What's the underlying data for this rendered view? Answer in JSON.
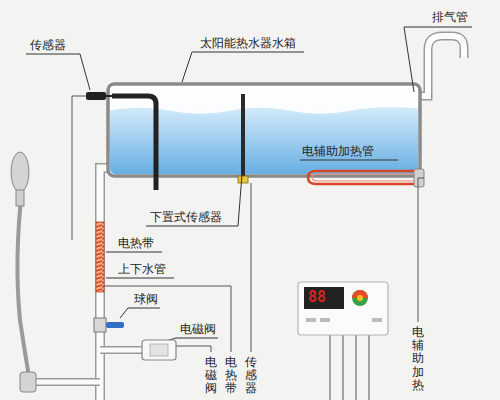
{
  "diagram": {
    "labels": [
      "太阳能热水器水箱",
      "排气管",
      "传感器",
      "电辅助加热管",
      "下置式传感器",
      "电热带",
      "上下水管",
      "球阀",
      "电磁阀",
      "电磁阀",
      "电热带",
      "传感器",
      "电辅助加热",
      "88"
    ]
  }
}
